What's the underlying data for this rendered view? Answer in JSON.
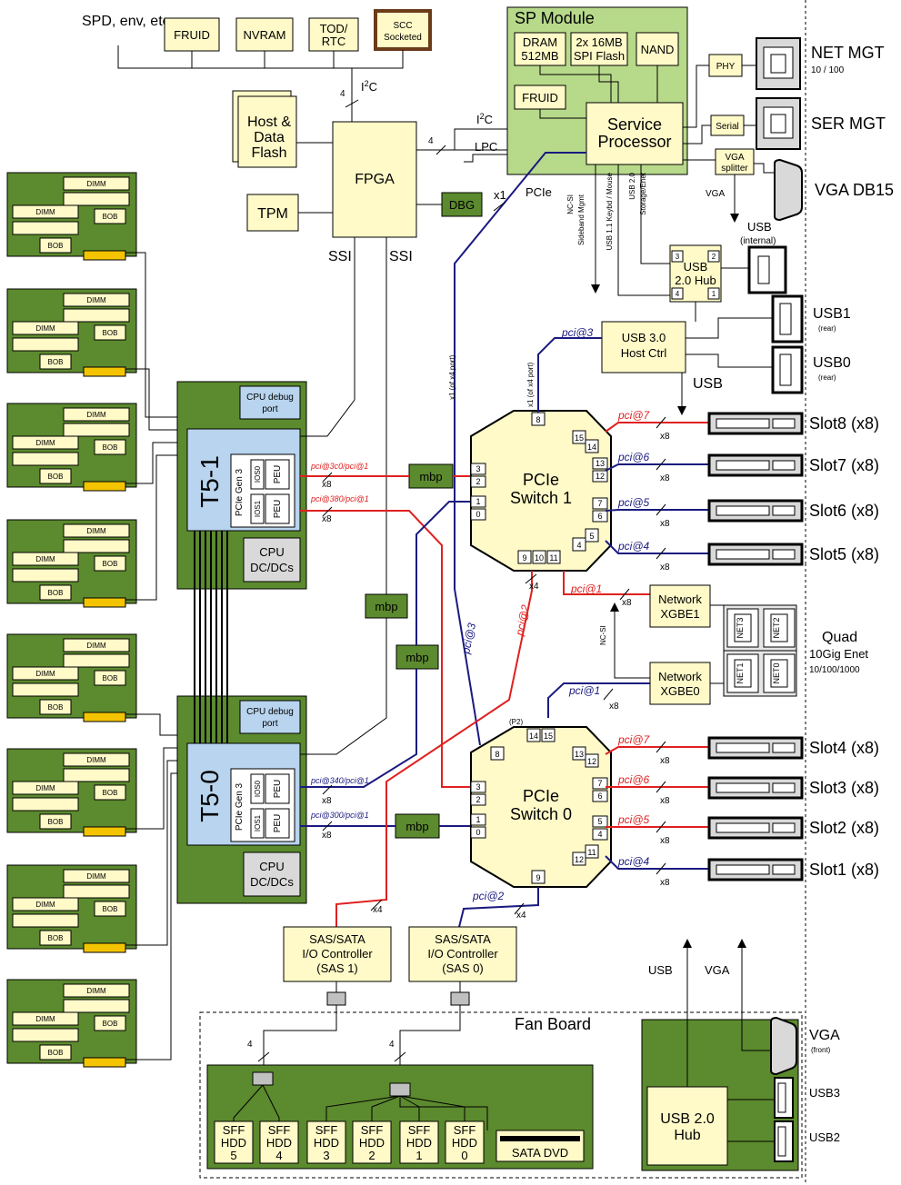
{
  "top": {
    "spd": "SPD, env, etc.",
    "fruid": "FRUID",
    "nvram": "NVRAM",
    "todrtc": "TOD/ RTC",
    "scc": "SCC Socketed",
    "i2c_count": "4",
    "i2c": "I2C"
  },
  "fpga": {
    "label": "FPGA",
    "host_flash": "Host & Data Flash",
    "tpm": "TPM",
    "dbg": "DBG",
    "ssi1": "SSI",
    "ssi2": "SSI",
    "bus4": "4",
    "i2c": "I2C",
    "lpc": "LPC"
  },
  "sp_module": {
    "title": "SP Module",
    "dram": "DRAM 512MB",
    "spi": "2x 16MB SPI Flash",
    "nand": "NAND",
    "fruid": "FRUID",
    "sp": "Service Processor",
    "phy": "PHY",
    "serial": "Serial",
    "vga_splitter": "VGA splitter",
    "vga": "VGA",
    "net_mgt": "NET MGT",
    "net_mgt_sub": "10 / 100",
    "ser_mgt": "SER MGT",
    "vga_db15": "VGA DB15",
    "x1": "x1",
    "pcie": "PCIe",
    "ncsi": "NC-SI Sideband Mgmt",
    "usb11": "USB 1.1 Keybd / Mouse",
    "usb20": "USB 2.0 Storage/Enet"
  },
  "usb": {
    "hub": "USB 2.0 Hub",
    "internal": "USB",
    "internal_sub": "(internal)",
    "host_ctrl": "USB 3.0 Host Ctrl",
    "usb1": "USB1",
    "usb0": "USB0",
    "rear": "(rear)",
    "usb_arrow": "USB",
    "hub_ports": [
      "3",
      "2",
      "4",
      "1"
    ]
  },
  "cpus": [
    {
      "name": "T5-1",
      "debug": "CPU debug port",
      "pcie": "PCIe Gen 3",
      "ios0": "IOS0",
      "ios1": "IOS1",
      "peu": "PEU",
      "dcdc": "CPU DC/DCs",
      "link_top": "pci@3c0/pci@1",
      "link_bot": "pci@380/pci@1",
      "x8": "x8"
    },
    {
      "name": "T5-0",
      "debug": "CPU debug port",
      "pcie": "PCIe Gen 3",
      "ios0": "IOS0",
      "ios1": "IOS1",
      "peu": "PEU",
      "dcdc": "CPU DC/DCs",
      "link_top": "pci@340/pci@1",
      "link_bot": "pci@300/pci@1",
      "x8": "x8"
    }
  ],
  "dimm": {
    "dimm": "DIMM",
    "bob": "BOB"
  },
  "mbp": "mbp",
  "switch1": {
    "label": "PCIe Switch 1",
    "ports": [
      "8",
      "15",
      "14",
      "13",
      "12",
      "7",
      "6",
      "4",
      "5",
      "9",
      "10",
      "11",
      "3",
      "2",
      "1",
      "0"
    ],
    "uplink": "x1 (of x4 port)",
    "uplink2": "x1 (of x4 port)",
    "pci3": "pci@3"
  },
  "switch0": {
    "label": "PCIe Switch 0",
    "ports": [
      "14",
      "15",
      "13",
      "12",
      "7",
      "6",
      "5",
      "4",
      "12",
      "11",
      "9",
      "8",
      "3",
      "2",
      "1",
      "0"
    ],
    "p2": "(P2)",
    "pci3": "pci@3"
  },
  "slots": [
    {
      "name": "Slot8 (x8)",
      "pci": "pci@7",
      "lane": "x8"
    },
    {
      "name": "Slot7 (x8)",
      "pci": "pci@6",
      "lane": "x8"
    },
    {
      "name": "Slot6 (x8)",
      "pci": "pci@5",
      "lane": "x8"
    },
    {
      "name": "Slot5 (x8)",
      "pci": "pci@4",
      "lane": "x8"
    },
    {
      "name": "Slot4 (x8)",
      "pci": "pci@7",
      "lane": "x8"
    },
    {
      "name": "Slot3 (x8)",
      "pci": "pci@6",
      "lane": "x8"
    },
    {
      "name": "Slot2 (x8)",
      "pci": "pci@5",
      "lane": "x8"
    },
    {
      "name": "Slot1 (x8)",
      "pci": "pci@4",
      "lane": "x8"
    }
  ],
  "network": {
    "xgbe1": "Network XGBE1",
    "xgbe0": "Network XGBE0",
    "pci1a": "pci@1",
    "pci1b": "pci@1",
    "x8a": "x8",
    "x8b": "x8",
    "ncsi": "NC-SI",
    "quad": "Quad",
    "tengig": "10Gig Enet",
    "speeds": "10/100/1000",
    "ports": [
      "NET3",
      "NET2",
      "NET1",
      "NET0"
    ]
  },
  "storage": {
    "sas1": "SAS/SATA I/O Controller (SAS 1)",
    "sas0": "SAS/SATA I/O Controller (SAS 0)",
    "pci2a": "pci@2",
    "pci2b": "pci@2",
    "x4a": "x4",
    "x4b": "x4",
    "x4c": "x4",
    "fan_board": "Fan Board",
    "four_a": "4",
    "four_b": "4",
    "hdds": [
      "SFF HDD 5",
      "SFF HDD 4",
      "SFF HDD 3",
      "SFF HDD 2",
      "SFF HDD 1",
      "SFF HDD 0"
    ],
    "dvd": "SATA DVD"
  },
  "front": {
    "usb": "USB",
    "vga": "VGA",
    "vga_front": "VGA",
    "front_sub": "(front)",
    "hub": "USB 2.0 Hub",
    "usb3": "USB3",
    "usb2": "USB2"
  },
  "colors": {
    "green": "#5c8a2e",
    "light_green": "#b7d98a",
    "pale_yellow": "#fffac8",
    "cpu_blue": "#b8d4ee",
    "red_link": "#e02020",
    "blue_link": "#1a1a80"
  }
}
